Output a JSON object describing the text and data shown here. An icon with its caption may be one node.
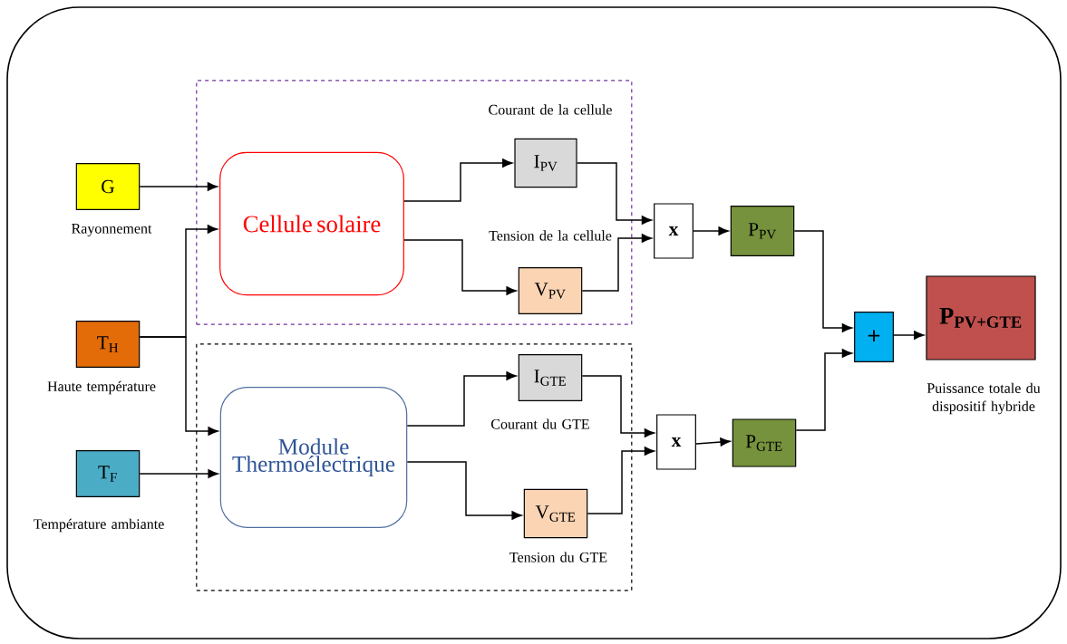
{
  "diagram": {
    "nodes": [
      {
        "text": [
          "G"
        ],
        "beside": [
          "Rayonnement"
        ]
      },
      {
        "text": [
          "T$_{H}$"
        ],
        "beside": [
          "Haute température"
        ]
      },
      {
        "text": [
          "T$_{F}$"
        ],
        "beside": [
          "Température ambiante"
        ]
      },
      {
        "text": [],
        "shape": "box"
      },
      {
        "text": [
          "Cellule solaire"
        ],
        "in": 3
      },
      {
        "text": [
          "I$_{PV}$"
        ],
        "in": 3,
        "beside": [
          "Courant de la cellule"
        ]
      },
      {
        "text": [
          "V$_{PV}$"
        ],
        "in": 3,
        "beside": [
          "Tension de la cellule"
        ]
      },
      {
        "text": [],
        "shape": "box"
      },
      {
        "text": [
          "Module Thermoélectrique"
        ],
        "in": 7
      },
      {
        "text": [
          "I$_{GTE}$"
        ],
        "in": 7,
        "beside": [
          "Courant du GTE"
        ]
      },
      {
        "text": [
          "V$_{GTE}$"
        ],
        "in": 7,
        "beside": [
          "Tension du GTE"
        ]
      },
      {
        "text": [
          "x"
        ]
      },
      {
        "text": [
          "P$_{PV}$"
        ]
      },
      {
        "text": [
          "x"
        ]
      },
      {
        "text": [
          "P$_{GTE}$"
        ]
      },
      {
        "text": [
          "+"
        ]
      },
      {
        "text": [
          "P$_{PV+GTE}$"
        ],
        "beside": [
          "Puissance totale du dispositif hybride"
        ]
      }
    ],
    "edges": [
      {
        "from": 0,
        "to": 4,
        "arrow": "to"
      },
      {
        "from": 1,
        "to": 4,
        "arrow": "to"
      },
      {
        "from": 1,
        "to": 8,
        "arrow": "to"
      },
      {
        "from": 2,
        "to": 8,
        "arrow": "to"
      },
      {
        "from": 4,
        "to": 5,
        "arrow": "to"
      },
      {
        "from": 4,
        "to": 6,
        "arrow": "to"
      },
      {
        "from": 5,
        "to": 11,
        "arrow": "to"
      },
      {
        "from": 6,
        "to": 11,
        "arrow": "to"
      },
      {
        "from": 11,
        "to": 12,
        "arrow": "to"
      },
      {
        "from": 8,
        "to": 9,
        "arrow": "to"
      },
      {
        "from": 8,
        "to": 10,
        "arrow": "to"
      },
      {
        "from": 9,
        "to": 13,
        "arrow": "to"
      },
      {
        "from": 10,
        "to": 13,
        "arrow": "to"
      },
      {
        "from": 13,
        "to": 14,
        "arrow": "to"
      },
      {
        "from": 12,
        "to": 15,
        "arrow": "to"
      },
      {
        "from": 14,
        "to": 15,
        "arrow": "to"
      },
      {
        "from": 15,
        "to": 16,
        "arrow": "to"
      }
    ]
  }
}
